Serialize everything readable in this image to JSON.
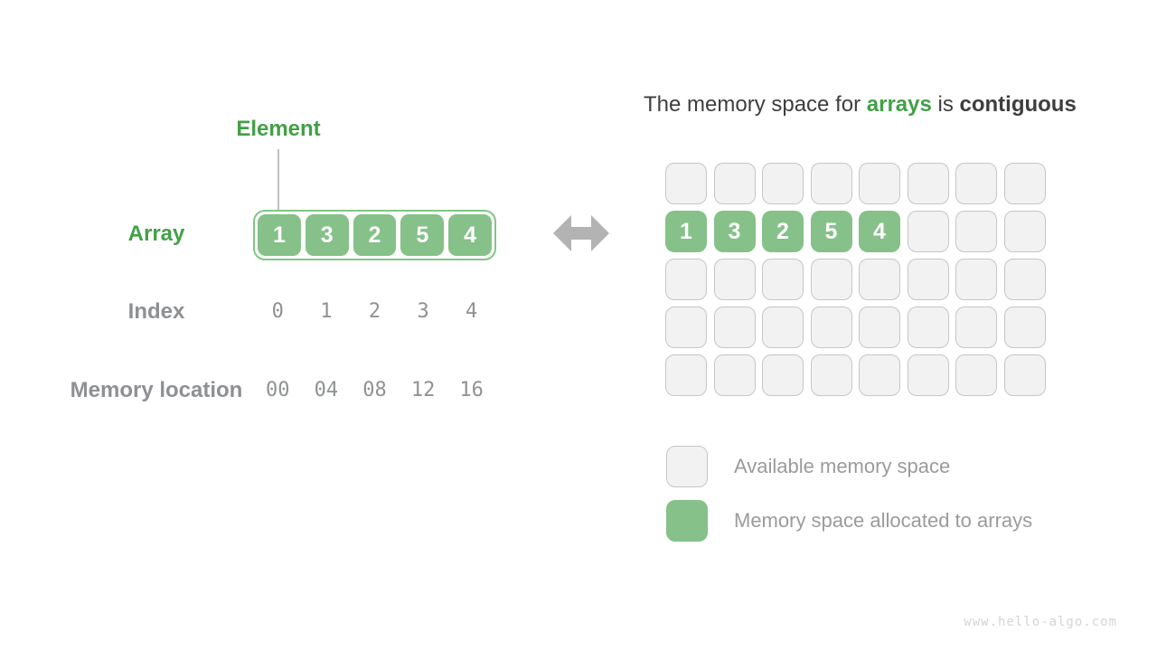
{
  "diagram": {
    "element_label": "Element",
    "array": {
      "label": "Array",
      "values": [
        "1",
        "3",
        "2",
        "5",
        "4"
      ]
    },
    "index": {
      "label": "Index",
      "values": [
        "0",
        "1",
        "2",
        "3",
        "4"
      ]
    },
    "memory": {
      "label": "Memory location",
      "values": [
        "00",
        "04",
        "08",
        "12",
        "16"
      ]
    }
  },
  "title": {
    "prefix": "The memory space for ",
    "highlight": "arrays",
    "connector": " is ",
    "emphasis": "contiguous"
  },
  "memory_grid": {
    "rows": 5,
    "cols": 8,
    "allocated_row": 1,
    "allocated_values": [
      "1",
      "3",
      "2",
      "5",
      "4"
    ]
  },
  "legend": {
    "items": [
      {
        "type": "available",
        "label": "Available memory space"
      },
      {
        "type": "allocated",
        "label": "Memory space allocated to arrays"
      }
    ]
  },
  "watermark": "www.hello-algo.com",
  "colors": {
    "green_fill": "#85C188",
    "green_text": "#43A047",
    "gray_text": "#8E9093",
    "dark_text": "#3E3E3E",
    "cell_bg": "#F2F2F2",
    "cell_border": "#C6C6C6",
    "arrow": "#B3B3B3",
    "watermark": "#D4D4D4"
  }
}
